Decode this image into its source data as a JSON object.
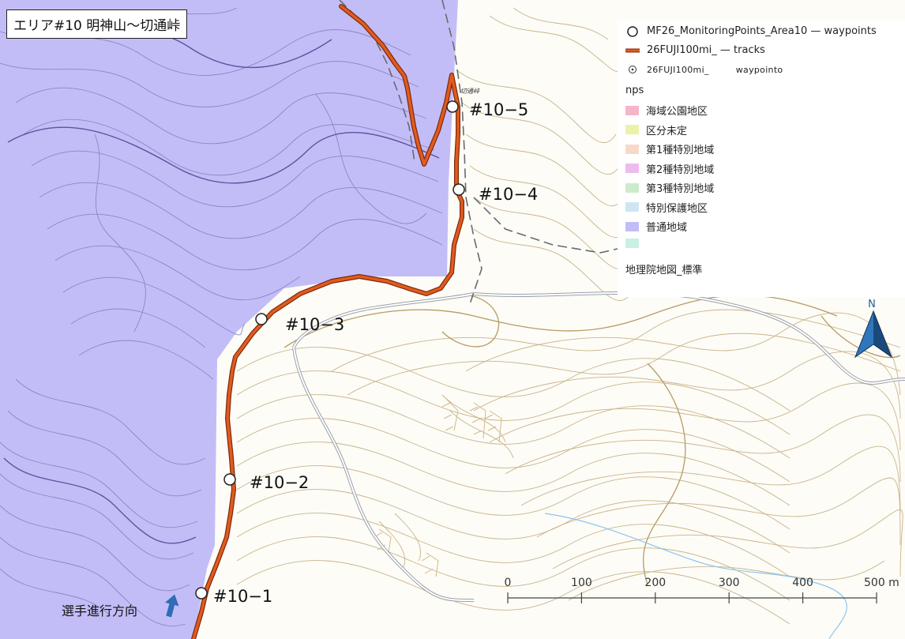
{
  "title": "エリア#10 明神山〜切通峠",
  "waypoints": [
    {
      "id": "wp-10-1",
      "label": "#10−1"
    },
    {
      "id": "wp-10-2",
      "label": "#10−2"
    },
    {
      "id": "wp-10-3",
      "label": "#10−3"
    },
    {
      "id": "wp-10-4",
      "label": "#10−4"
    },
    {
      "id": "wp-10-5",
      "label": "#10−5"
    }
  ],
  "place_label": "切通峠",
  "direction_label": "選手進行方向",
  "north_label": "N",
  "legend": {
    "waypoints_layer": "MF26_MonitoringPoints_Area10 — waypoints",
    "tracks_layer": "26FUJI100mi_ — tracks",
    "track_waypoints_layer_a": "26FUJI100mi_",
    "track_waypoints_layer_b": "waypointo",
    "group_title": "nps",
    "categories": [
      {
        "label": "海域公園地区",
        "color": "#f4b6c8"
      },
      {
        "label": "区分未定",
        "color": "#eef2a8"
      },
      {
        "label": "第1種特別地域",
        "color": "#f6d9c8"
      },
      {
        "label": "第2種特別地域",
        "color": "#ecbcec"
      },
      {
        "label": "第3種特別地域",
        "color": "#cdebcc"
      },
      {
        "label": "特別保護地区",
        "color": "#cfe6f2"
      },
      {
        "label": "普通地域",
        "color": "#c3bdf7"
      },
      {
        "label": "",
        "color": "#c8f1e2"
      }
    ],
    "basemap": "地理院地図_標準"
  },
  "scalebar": {
    "ticks": [
      "0",
      "100",
      "200",
      "300",
      "400",
      "500 m"
    ]
  },
  "colors": {
    "zone": "#c3bdf7",
    "track": "#e35a1f",
    "track_outline": "#7a2a0a",
    "contour": "#c9b48a",
    "road": "#9aa0a8",
    "stream": "#8ec5ee",
    "trail_dash": "#666a70",
    "arrow": "#2f6db6",
    "north": "#1f5f9e"
  }
}
